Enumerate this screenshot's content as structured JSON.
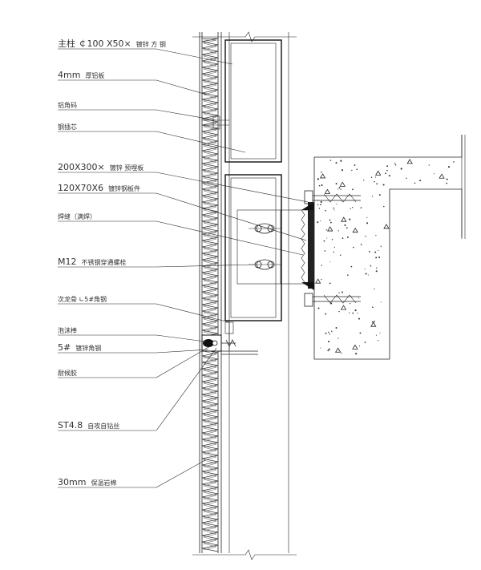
{
  "labels": [
    {
      "main": "主柱 ￠100 X50×",
      "note": "镀锌 方 钢"
    },
    {
      "main": "4mm",
      "note": "厚铝板"
    },
    {
      "main": "",
      "note": "铝角码"
    },
    {
      "main": "",
      "note": "钢插芯"
    },
    {
      "main": "200X300×",
      "note": "镀锌 预埋板"
    },
    {
      "main": "120X70X6",
      "note": "镀锌钢板件"
    },
    {
      "main": "",
      "note": "焊缝（满焊）"
    },
    {
      "main": "M12",
      "note": "不锈钢穿通螺栓"
    },
    {
      "main": "",
      "note": "次龙骨 ∟5#角钢"
    },
    {
      "main": "",
      "note": "泡沫棒"
    },
    {
      "main": "5#",
      "note": "镀锌角钢"
    },
    {
      "main": "",
      "note": "耐候胶"
    },
    {
      "main": "ST4.8",
      "note": "自攻自钻丝"
    },
    {
      "main": "30mm",
      "note": "保温岩棉"
    }
  ]
}
